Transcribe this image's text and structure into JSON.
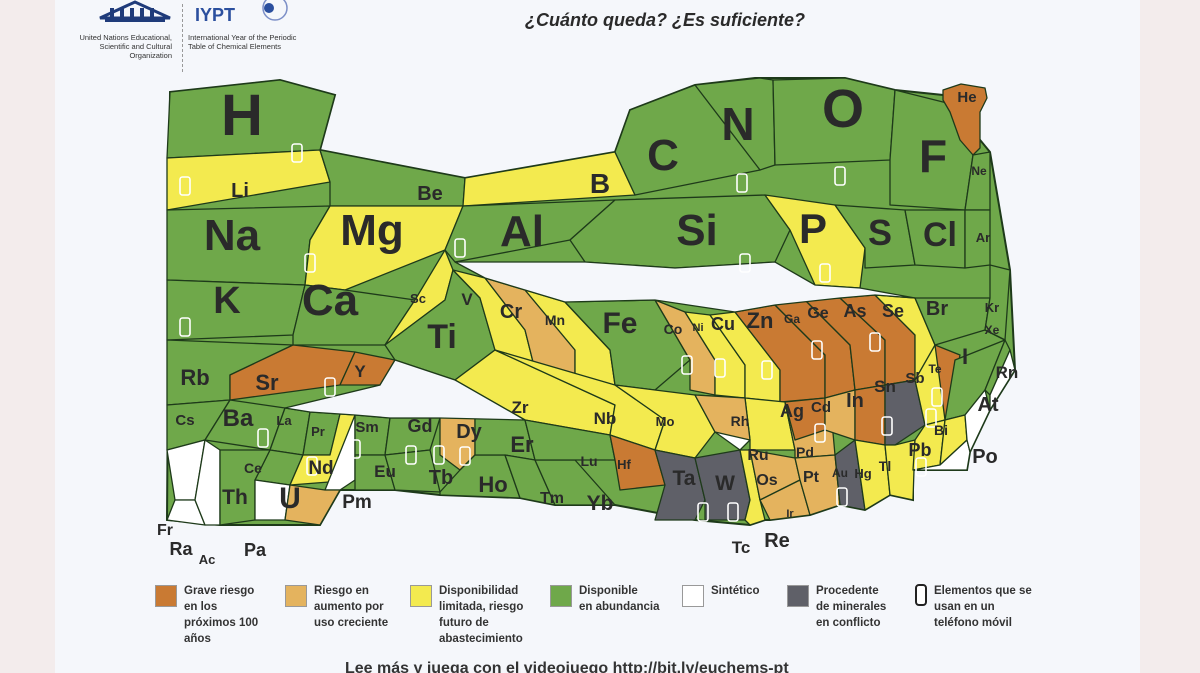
{
  "header": {
    "title": "¿Cuánto queda? ¿Es suficiente?",
    "unesco_text": "United Nations Educational, Scientific and Cultural Organization",
    "iypt_word": "IYPT",
    "iypt_text": "International Year of the Periodic Table of Chemical Elements"
  },
  "colors": {
    "grave": "#c97a33",
    "aumento": "#e4b35e",
    "limitada": "#f3ea4f",
    "abundancia": "#6fa84a",
    "sintetico": "#ffffff",
    "conflicto": "#5f6068",
    "outline": "#1e3a1a"
  },
  "elements": [
    {
      "symbol": "H",
      "status": "abundancia"
    },
    {
      "symbol": "He",
      "status": "grave"
    },
    {
      "symbol": "Li",
      "status": "limitada"
    },
    {
      "symbol": "Be",
      "status": "abundancia"
    },
    {
      "symbol": "B",
      "status": "limitada"
    },
    {
      "symbol": "C",
      "status": "abundancia"
    },
    {
      "symbol": "N",
      "status": "abundancia"
    },
    {
      "symbol": "O",
      "status": "abundancia"
    },
    {
      "symbol": "F",
      "status": "abundancia"
    },
    {
      "symbol": "Ne",
      "status": "abundancia"
    },
    {
      "symbol": "Na",
      "status": "abundancia"
    },
    {
      "symbol": "Mg",
      "status": "limitada"
    },
    {
      "symbol": "Al",
      "status": "abundancia"
    },
    {
      "symbol": "Si",
      "status": "abundancia"
    },
    {
      "symbol": "P",
      "status": "limitada"
    },
    {
      "symbol": "S",
      "status": "abundancia"
    },
    {
      "symbol": "Cl",
      "status": "abundancia"
    },
    {
      "symbol": "Ar",
      "status": "abundancia"
    },
    {
      "symbol": "K",
      "status": "abundancia"
    },
    {
      "symbol": "Ca",
      "status": "abundancia"
    },
    {
      "symbol": "Sc",
      "status": "limitada"
    },
    {
      "symbol": "Ti",
      "status": "abundancia"
    },
    {
      "symbol": "V",
      "status": "limitada"
    },
    {
      "symbol": "Cr",
      "status": "aumento"
    },
    {
      "symbol": "Mn",
      "status": "limitada"
    },
    {
      "symbol": "Fe",
      "status": "abundancia"
    },
    {
      "symbol": "Co",
      "status": "aumento"
    },
    {
      "symbol": "Ni",
      "status": "limitada"
    },
    {
      "symbol": "Cu",
      "status": "limitada"
    },
    {
      "symbol": "Zn",
      "status": "grave"
    },
    {
      "symbol": "Ga",
      "status": "grave"
    },
    {
      "symbol": "Ge",
      "status": "grave"
    },
    {
      "symbol": "As",
      "status": "grave"
    },
    {
      "symbol": "Se",
      "status": "limitada"
    },
    {
      "symbol": "Br",
      "status": "abundancia"
    },
    {
      "symbol": "Kr",
      "status": "abundancia"
    },
    {
      "symbol": "Rb",
      "status": "abundancia"
    },
    {
      "symbol": "Sr",
      "status": "grave"
    },
    {
      "symbol": "Y",
      "status": "grave"
    },
    {
      "symbol": "Zr",
      "status": "limitada"
    },
    {
      "symbol": "Nb",
      "status": "limitada"
    },
    {
      "symbol": "Mo",
      "status": "limitada"
    },
    {
      "symbol": "Tc",
      "status": "sintetico"
    },
    {
      "symbol": "Ru",
      "status": "limitada"
    },
    {
      "symbol": "Rh",
      "status": "aumento"
    },
    {
      "symbol": "Pd",
      "status": "aumento"
    },
    {
      "symbol": "Ag",
      "status": "grave"
    },
    {
      "symbol": "Cd",
      "status": "aumento"
    },
    {
      "symbol": "In",
      "status": "grave"
    },
    {
      "symbol": "Sn",
      "status": "conflicto"
    },
    {
      "symbol": "Sb",
      "status": "limitada"
    },
    {
      "symbol": "Te",
      "status": "grave"
    },
    {
      "symbol": "I",
      "status": "abundancia"
    },
    {
      "symbol": "Xe",
      "status": "abundancia"
    },
    {
      "symbol": "Cs",
      "status": "abundancia"
    },
    {
      "symbol": "Ba",
      "status": "abundancia"
    },
    {
      "symbol": "La",
      "status": "abundancia"
    },
    {
      "symbol": "Ce",
      "status": "abundancia"
    },
    {
      "symbol": "Pr",
      "status": "abundancia"
    },
    {
      "symbol": "Nd",
      "status": "limitada"
    },
    {
      "symbol": "Pm",
      "status": "sintetico"
    },
    {
      "symbol": "Sm",
      "status": "abundancia"
    },
    {
      "symbol": "Eu",
      "status": "abundancia"
    },
    {
      "symbol": "Gd",
      "status": "abundancia"
    },
    {
      "symbol": "Tb",
      "status": "abundancia"
    },
    {
      "symbol": "Dy",
      "status": "aumento"
    },
    {
      "symbol": "Ho",
      "status": "abundancia"
    },
    {
      "symbol": "Er",
      "status": "abundancia"
    },
    {
      "symbol": "Tm",
      "status": "abundancia"
    },
    {
      "symbol": "Yb",
      "status": "abundancia"
    },
    {
      "symbol": "Lu",
      "status": "abundancia"
    },
    {
      "symbol": "Hf",
      "status": "grave"
    },
    {
      "symbol": "Ta",
      "status": "conflicto"
    },
    {
      "symbol": "W",
      "status": "conflicto"
    },
    {
      "symbol": "Re",
      "status": "limitada"
    },
    {
      "symbol": "Os",
      "status": "aumento"
    },
    {
      "symbol": "Ir",
      "status": "aumento"
    },
    {
      "symbol": "Pt",
      "status": "aumento"
    },
    {
      "symbol": "Au",
      "status": "conflicto"
    },
    {
      "symbol": "Hg",
      "status": "limitada"
    },
    {
      "symbol": "Tl",
      "status": "limitada"
    },
    {
      "symbol": "Pb",
      "status": "limitada"
    },
    {
      "symbol": "Bi",
      "status": "limitada"
    },
    {
      "symbol": "Po",
      "status": "sintetico"
    },
    {
      "symbol": "At",
      "status": "sintetico"
    },
    {
      "symbol": "Rn",
      "status": "sintetico"
    },
    {
      "symbol": "Fr",
      "status": "sintetico"
    },
    {
      "symbol": "Ra",
      "status": "sintetico"
    },
    {
      "symbol": "Ac",
      "status": "sintetico"
    },
    {
      "symbol": "Th",
      "status": "abundancia"
    },
    {
      "symbol": "Pa",
      "status": "sintetico"
    },
    {
      "symbol": "U",
      "status": "aumento"
    }
  ],
  "legend": [
    {
      "key": "grave",
      "label": "Grave riesgo\nen los\npróximos 100\naños",
      "color": "#c97a33"
    },
    {
      "key": "aumento",
      "label": "Riesgo en\naumento por\nuso creciente",
      "color": "#e4b35e"
    },
    {
      "key": "limitada",
      "label": "Disponibilidad\nlimitada, riesgo\nfuturo de\nabastecimiento",
      "color": "#f3ea4f"
    },
    {
      "key": "abundancia",
      "label": "Disponible\nen abundancia",
      "color": "#6fa84a"
    },
    {
      "key": "sintetico",
      "label": "Sintético",
      "color": "#ffffff"
    },
    {
      "key": "conflicto",
      "label": "Procedente\nde minerales\nen conflicto",
      "color": "#5f6068"
    },
    {
      "key": "telefono",
      "label": "Elementos  que se\nusan  en  un\nteléfono móvil",
      "color": "#ffffff"
    }
  ],
  "footer": "Lee más y juega con el videojuego http://bit.ly/euchems-pt"
}
